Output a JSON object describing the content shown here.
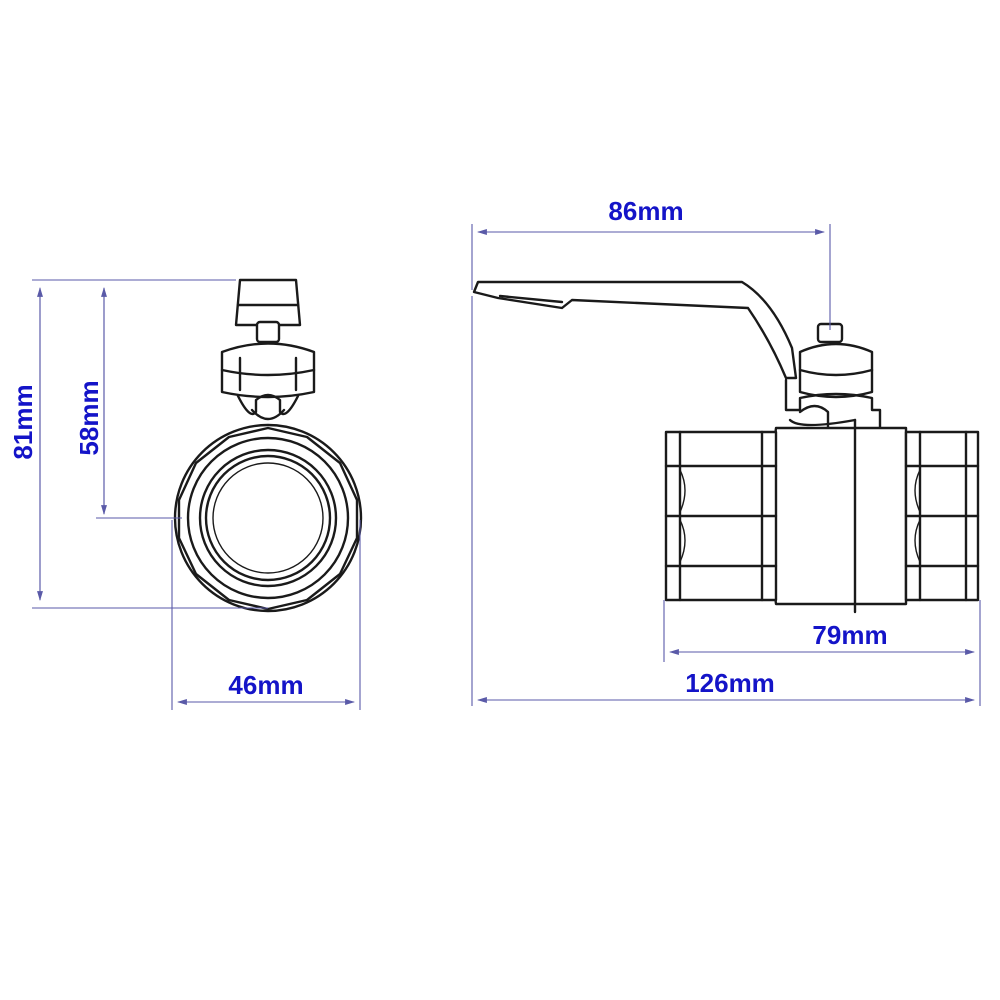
{
  "dimensions": {
    "height_total": "81mm",
    "height_axis": "58mm",
    "width_front": "46mm",
    "handle_length": "86mm",
    "body_length": "79mm",
    "total_length": "126mm"
  },
  "colors": {
    "dimension_text": "#1414c8",
    "dimension_line": "#5a5aa8",
    "outline": "#1a1a1a",
    "background": "#ffffff"
  },
  "icons": {
    "front_view": "ball-valve-front-view",
    "side_view": "ball-valve-side-view"
  }
}
